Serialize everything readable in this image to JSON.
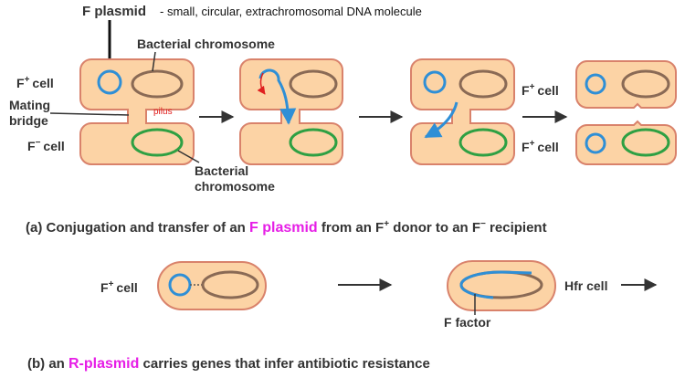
{
  "header": {
    "plasmid_term": "F plasmid",
    "plasmid_definition": "- small, circular, extrachromosomal DNA molecule"
  },
  "panel_a": {
    "labels": {
      "bacterial_chromosome_top": "Bacterial chromosome",
      "f_plus_cell": "F",
      "f_minus_cell": "F",
      "mating_bridge_line1": "Mating",
      "mating_bridge_line2": "bridge",
      "pilus": "pilus",
      "bacterial_chromosome_bottom_line1": "Bacterial",
      "bacterial_chromosome_bottom_line2": "chromosome",
      "result_top": "F",
      "result_bottom": "F",
      "cell_word": "cell",
      "plus_sup": "+",
      "minus_sup": "−"
    },
    "caption": {
      "prefix": "(a) Conjugation and transfer of an ",
      "highlight": "F plasmid",
      "middle": " from an F",
      "sup1": "+",
      "middle2": " donor to an F",
      "sup2": "−",
      "suffix": " recipient"
    }
  },
  "panel_b": {
    "labels": {
      "f_plus_cell": "F",
      "plus_sup": "+",
      "cell_word": "cell",
      "f_factor": "F factor",
      "hfr_cell": "Hfr cell"
    },
    "caption": {
      "prefix": "(b) an ",
      "highlight": "R-plasmid",
      "suffix": " carries genes that infer antibiotic resistance"
    }
  },
  "colors": {
    "cell_fill": "#fcd3a5",
    "cell_stroke": "#d9826b",
    "plasmid": "#2f8fd6",
    "chromosome_brown": "#8a6a55",
    "chromosome_green": "#2ea043",
    "highlight_magenta": "#e61ee6",
    "pilus_red": "#e02020",
    "arrow": "#333333"
  }
}
